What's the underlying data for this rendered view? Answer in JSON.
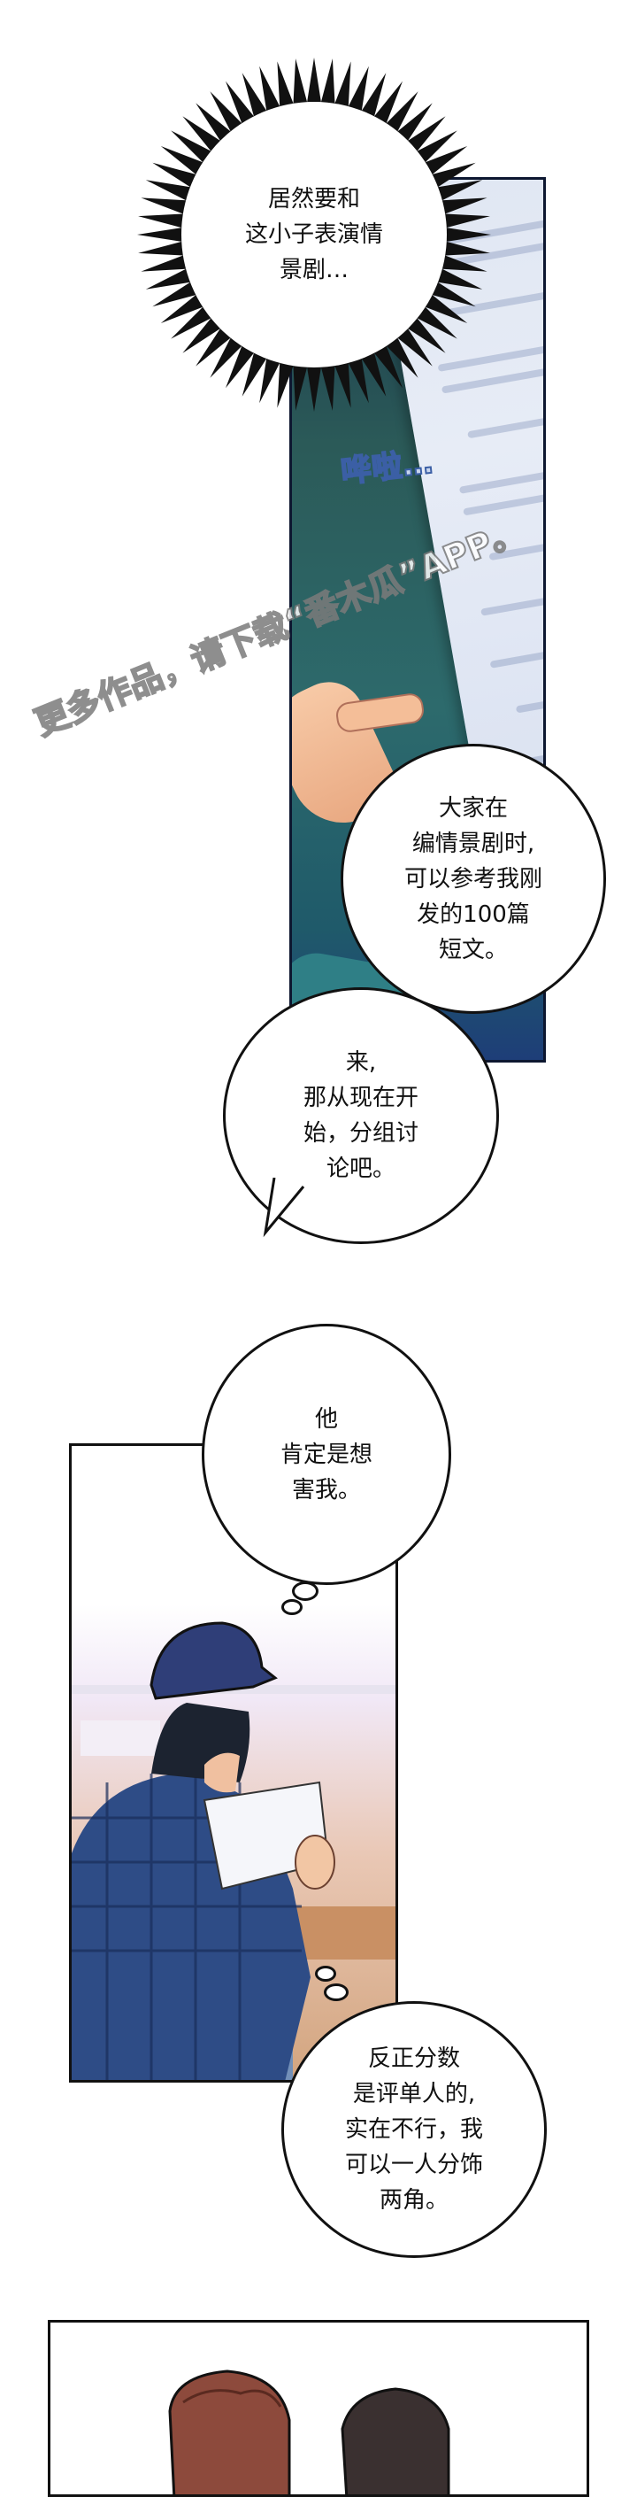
{
  "bubbles": {
    "shock": "居然要和\n这小子表演情\n景剧…",
    "instruction": "大家在\n编情景剧时,\n可以参考我刚\n发的100篇\n短文。",
    "start": "来,\n那从现在开\n始，分组讨\n论吧。",
    "thought": "他\n肯定是想\n害我。",
    "reply": "反正分数\n是评单人的,\n实在不行，我\n可以一人分饰\n两角。"
  },
  "sfx": {
    "paper_rustle": "哗啦…"
  },
  "watermark": "更多作品，请下载“番木瓜”APP。"
}
